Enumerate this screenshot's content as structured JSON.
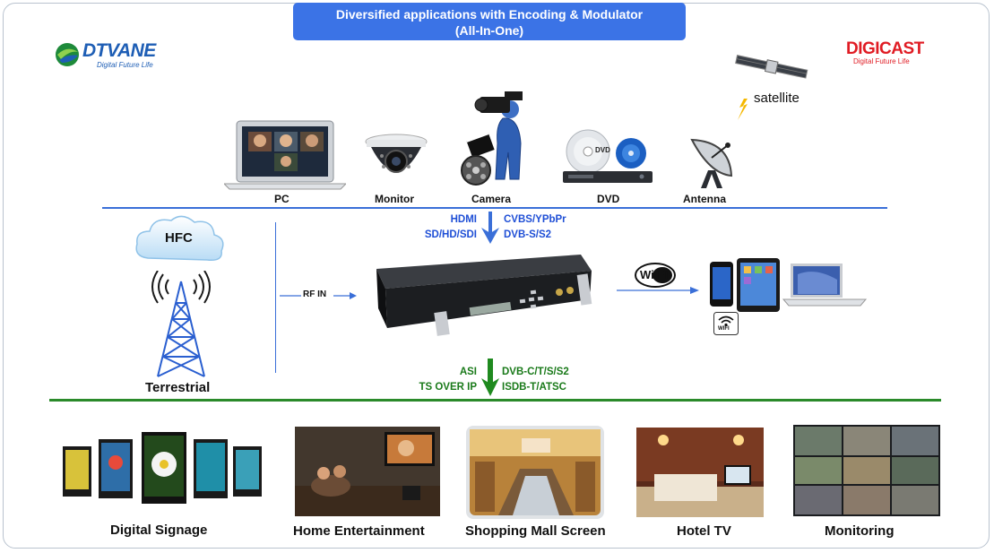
{
  "title": {
    "line1": "Diversified applications with Encoding & Modulator",
    "line2": "(All-In-One)"
  },
  "logos": {
    "left": {
      "name": "DTVANE",
      "tagline": "Digital Future Life"
    },
    "right": {
      "name": "DIGICAST",
      "tagline": "Digital Future Life"
    }
  },
  "sources": {
    "pc": "PC",
    "monitor": "Monitor",
    "camera": "Camera",
    "dvd": "DVD",
    "antenna": "Antenna",
    "satellite": "satellite",
    "dvd_disc_label": "DVD"
  },
  "inputs": {
    "left_line1": "HDMI",
    "left_line2": "SD/HD/SDI",
    "right_line1": "CVBS/YPbPr",
    "right_line2": "DVB-S/S2"
  },
  "rf": {
    "hfc": "HFC",
    "rf_in": "RF IN",
    "terrestrial": "Terrestrial"
  },
  "wifi": {
    "badge": "Wi Fi",
    "small": "WIFI"
  },
  "outputs": {
    "left_line1": "ASI",
    "left_line2": "TS OVER IP",
    "right_line1": "DVB-C/T/S/S2",
    "right_line2": "ISDB-T/ATSC"
  },
  "applications": [
    "Digital Signage",
    "Home Entertainment",
    "Shopping Mall Screen",
    "Hotel TV",
    "Monitoring"
  ],
  "colors": {
    "title_bg": "#3b73e6",
    "input_line": "#3a6fd8",
    "output_line": "#2a8a2a",
    "input_text": "#1f4fd6",
    "output_text": "#1a7a1a",
    "brand_left": "#1e5eb5",
    "brand_right": "#e01c24"
  }
}
